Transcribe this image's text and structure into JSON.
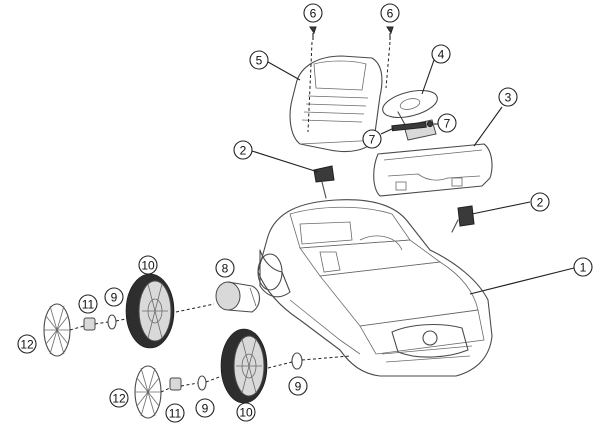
{
  "callouts": [
    {
      "id": "c1",
      "label": "1"
    },
    {
      "id": "c2a",
      "label": "2"
    },
    {
      "id": "c2b",
      "label": "2"
    },
    {
      "id": "c3",
      "label": "3"
    },
    {
      "id": "c4",
      "label": "4"
    },
    {
      "id": "c5",
      "label": "5"
    },
    {
      "id": "c6a",
      "label": "6"
    },
    {
      "id": "c6b",
      "label": "6"
    },
    {
      "id": "c7a",
      "label": "7"
    },
    {
      "id": "c7b",
      "label": "7"
    },
    {
      "id": "c8",
      "label": "8"
    },
    {
      "id": "c9a",
      "label": "9"
    },
    {
      "id": "c9b",
      "label": "9"
    },
    {
      "id": "c9c",
      "label": "9"
    },
    {
      "id": "c10a",
      "label": "10"
    },
    {
      "id": "c10b",
      "label": "10"
    },
    {
      "id": "c11a",
      "label": "11"
    },
    {
      "id": "c11b",
      "label": "11"
    },
    {
      "id": "c12a",
      "label": "12"
    },
    {
      "id": "c12b",
      "label": "12"
    }
  ]
}
